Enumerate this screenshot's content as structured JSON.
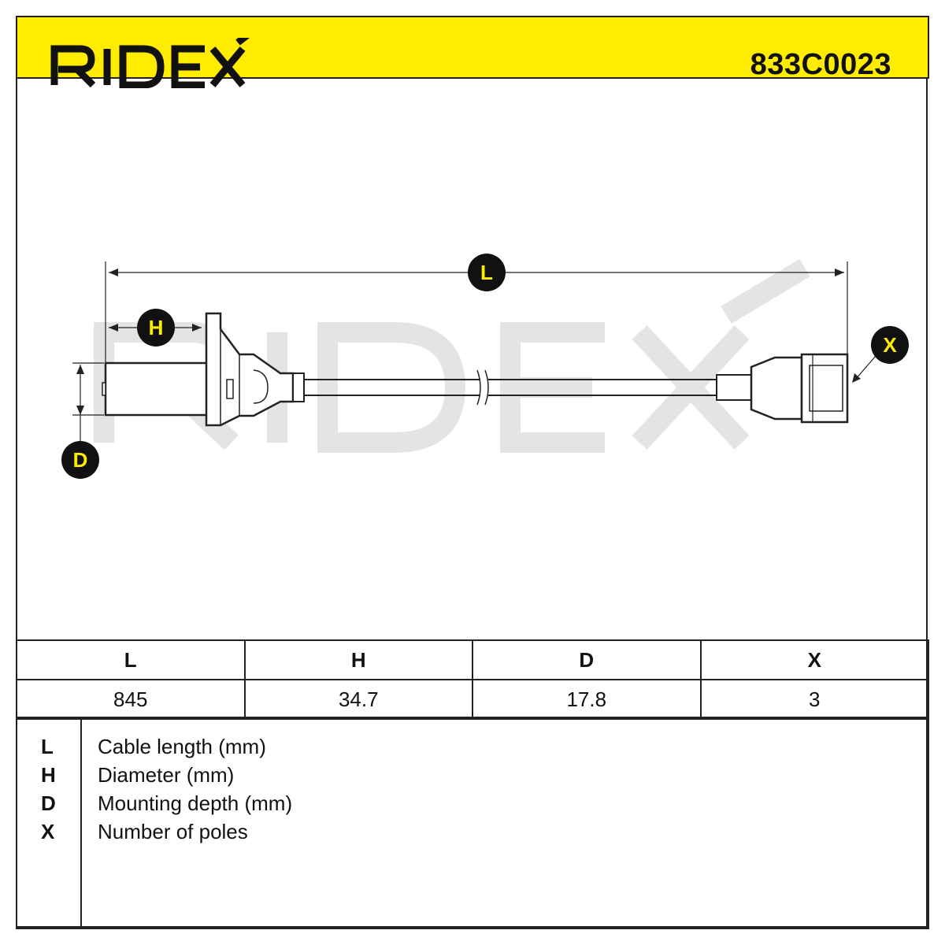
{
  "header": {
    "brand": "RIDEX",
    "part_number": "833C0023",
    "accent_color": "#ffec00"
  },
  "drawing": {
    "callouts": {
      "L": "L",
      "H": "H",
      "D": "D",
      "X": "X"
    },
    "watermark": "RIDEX"
  },
  "table": {
    "headers": [
      "L",
      "H",
      "D",
      "X"
    ],
    "values": [
      "845",
      "34.7",
      "17.8",
      "3"
    ]
  },
  "legend": [
    {
      "key": "L",
      "label": "Cable length (mm)"
    },
    {
      "key": "H",
      "label": "Diameter (mm)"
    },
    {
      "key": "D",
      "label": "Mounting depth (mm)"
    },
    {
      "key": "X",
      "label": "Number of poles"
    }
  ]
}
